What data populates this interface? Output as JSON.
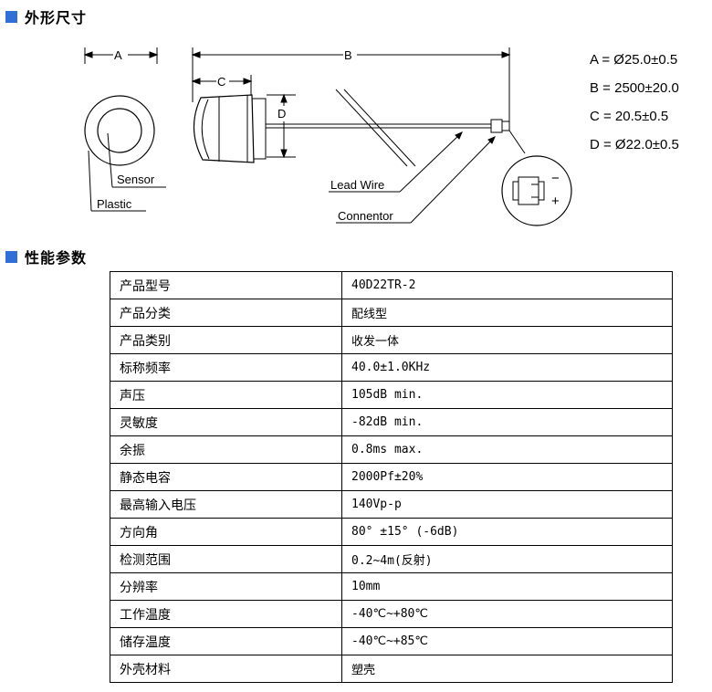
{
  "sections": {
    "outline_title": "外形尺寸",
    "performance_title": "性能参数"
  },
  "drawing": {
    "dim_a": "A",
    "dim_b": "B",
    "dim_c": "C",
    "dim_d": "D",
    "sensor_label": "Sensor",
    "plastic_label": "Plastic",
    "lead_wire_label": "Lead Wire",
    "connector_label": "Connentor",
    "minus_sign": "−",
    "plus_sign": "+"
  },
  "dimensions": [
    "A = Ø25.0±0.5",
    "B = 2500±20.0",
    "C = 20.5±0.5",
    "D = Ø22.0±0.5"
  ],
  "specs": [
    {
      "key": "产品型号",
      "value": "40D22TR-2"
    },
    {
      "key": "产品分类",
      "value": "配线型"
    },
    {
      "key": "产品类别",
      "value": "收发一体"
    },
    {
      "key": "标称频率",
      "value": "40.0±1.0KHz"
    },
    {
      "key": "声压",
      "value": "105dB min."
    },
    {
      "key": "灵敏度",
      "value": "-82dB min."
    },
    {
      "key": "余振",
      "value": "0.8ms max."
    },
    {
      "key": "静态电容",
      "value": "2000Pf±20%"
    },
    {
      "key": "最高输入电压",
      "value": "140Vp-p"
    },
    {
      "key": "方向角",
      "value": "80° ±15° (-6dB)"
    },
    {
      "key": "检测范围",
      "value": "0.2~4m(反射)"
    },
    {
      "key": "分辨率",
      "value": "10mm"
    },
    {
      "key": "工作温度",
      "value": "-40℃~+80℃"
    },
    {
      "key": "储存温度",
      "value": "-40℃~+85℃"
    },
    {
      "key": "外壳材料",
      "value": "塑壳"
    }
  ]
}
